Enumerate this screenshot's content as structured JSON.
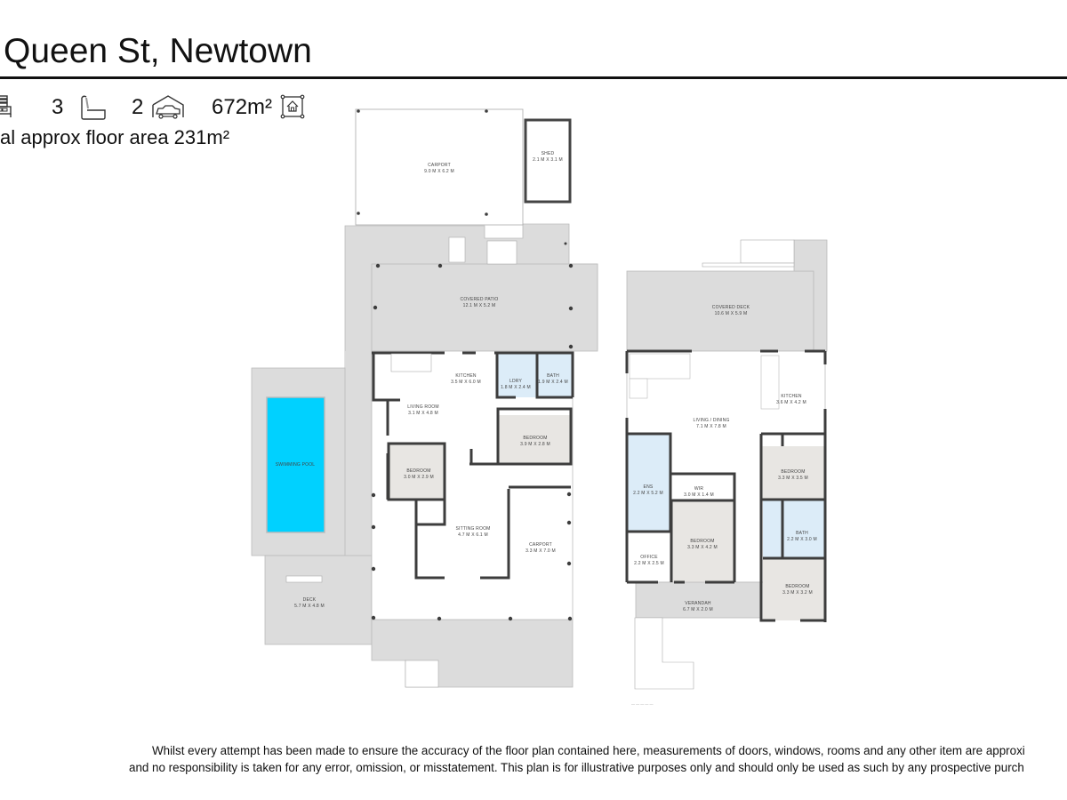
{
  "header": {
    "title": "Queen St, Newtown",
    "subtitle": "al approx floor area 231m²"
  },
  "stats": {
    "bedrooms_icon": "bed-icon",
    "bathrooms": "3",
    "bathrooms_icon": "bathtub-icon",
    "car_spaces": "2",
    "car_spaces_icon": "garage-car-icon",
    "land_area": "672m²",
    "land_area_icon": "land-area-house-icon"
  },
  "colors": {
    "wall": "#3d3d3d",
    "outdoor": "#dcdcdc",
    "bedroom": "#e8e6e3",
    "wet_area": "#dcecf8",
    "pool": "#00d1ff",
    "text": "#111111"
  },
  "left_plan": {
    "rooms": [
      {
        "name": "CARPORT",
        "dims": "9.0 M X 6.2 M"
      },
      {
        "name": "SHED",
        "dims": "2.1 M X 3.1 M"
      },
      {
        "name": "COVERED PATIO",
        "dims": "12.1 M X 5.2 M"
      },
      {
        "name": "KITCHEN",
        "dims": "3.5 M X 6.0 M"
      },
      {
        "name": "LDRY",
        "dims": "1.8 M X 2.4 M"
      },
      {
        "name": "BATH",
        "dims": "1.9 M X 2.4 M"
      },
      {
        "name": "LIVING ROOM",
        "dims": "3.1 M X 4.8 M"
      },
      {
        "name": "BEDROOM",
        "dims": "3.9 M X 2.8 M"
      },
      {
        "name": "SWIMMING POOL",
        "dims": ""
      },
      {
        "name": "BEDROOM",
        "dims": "3.0 M X 2.9 M"
      },
      {
        "name": "SITTING ROOM",
        "dims": "4.7 M X 6.1 M"
      },
      {
        "name": "CARPORT",
        "dims": "3.3 M X 7.0 M"
      },
      {
        "name": "DECK",
        "dims": "5.7 M X 4.8 M"
      }
    ]
  },
  "right_plan": {
    "rooms": [
      {
        "name": "COVERED DECK",
        "dims": "10.6 M X 5.9 M"
      },
      {
        "name": "KITCHEN",
        "dims": "3.6 M X 4.2 M"
      },
      {
        "name": "LIVING / DINING",
        "dims": "7.1 M X 7.8 M"
      },
      {
        "name": "BEDROOM",
        "dims": "3.3 M X 3.5 M"
      },
      {
        "name": "ENS",
        "dims": "2.2 M X 5.2 M"
      },
      {
        "name": "WIR",
        "dims": "3.0 M X 1.4 M"
      },
      {
        "name": "BATH",
        "dims": "2.2 M X 3.0 M"
      },
      {
        "name": "BEDROOM",
        "dims": "3.3 M X 4.2 M"
      },
      {
        "name": "OFFICE",
        "dims": "2.2 M X 2.5 M"
      },
      {
        "name": "BEDROOM",
        "dims": "3.3 M X 3.2 M"
      },
      {
        "name": "VERANDAH",
        "dims": "6.7 M X 2.0 M"
      }
    ]
  },
  "disclaimer": {
    "line1": "Whilst every attempt has been made to ensure the accuracy of the floor plan contained here, measurements of doors, windows, rooms and any other item are approxi",
    "line2": "and no responsibility is taken for any error, omission, or misstatement. This plan is for illustrative purposes only and should only be used as such by any prospective purch"
  }
}
